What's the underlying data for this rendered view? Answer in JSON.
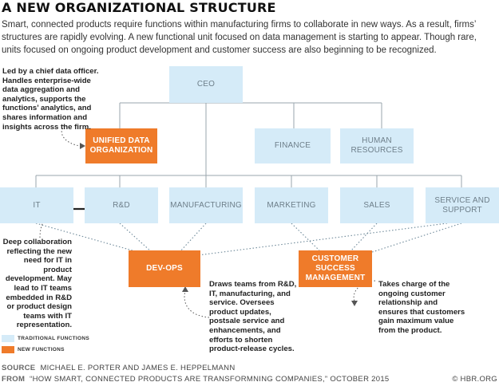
{
  "title": "A NEW ORGANIZATIONAL STRUCTURE",
  "intro": "Smart, connected products require functions within manufacturing firms to collaborate in new ways. As a result, firms’ structures are rapidly evolving. A new functional unit focused on data management is starting to appear. Though rare, units focused on ongoing product development and customer success are also beginning to be recognized.",
  "boxes": {
    "ceo": "CEO",
    "unified_data": "UNIFIED DATA ORGANIZATION",
    "finance": "FINANCE",
    "human_resources": "HUMAN RESOURCES",
    "it": "IT",
    "rnd": "R&D",
    "manufacturing": "MANUFACTURING",
    "marketing": "MARKETING",
    "sales": "SALES",
    "service_support": "SERVICE AND SUPPORT",
    "devops": "DEV-OPS",
    "customer_success": "CUSTOMER SUCCESS MANAGEMENT"
  },
  "notes": {
    "cdo": "Led by a chief data officer. Handles enterprise-wide data aggregation and analytics, supports the functions’ analytics, and shares information and insights across the firm.",
    "it": "Deep collaboration reflecting the new need for IT in product development. May lead to IT teams embedded in R&D or product design teams with IT representation.",
    "devops": "Draws teams from R&D, IT, manufacturing, and service. Oversees product updates, postsale service and enhancements, and efforts to shorten product-release cycles.",
    "customer_success": "Takes charge of the ongoing customer relationship and ensures that customers gain maximum value from the product."
  },
  "legend": {
    "traditional": "TRADITIONAL FUNCTIONS",
    "new": "NEW FUNCTIONS"
  },
  "colors": {
    "traditional": "#d5ebf8",
    "new": "#ef7b2a"
  },
  "footer": {
    "source_key": "SOURCE",
    "source_value": "MICHAEL E. PORTER AND JAMES E. HEPPELMANN",
    "from_key": "FROM",
    "from_value": "“HOW SMART, CONNECTED PRODUCTS ARE TRANSFORMNING COMPANIES,” OCTOBER 2015",
    "credit": "© HBR.ORG"
  }
}
